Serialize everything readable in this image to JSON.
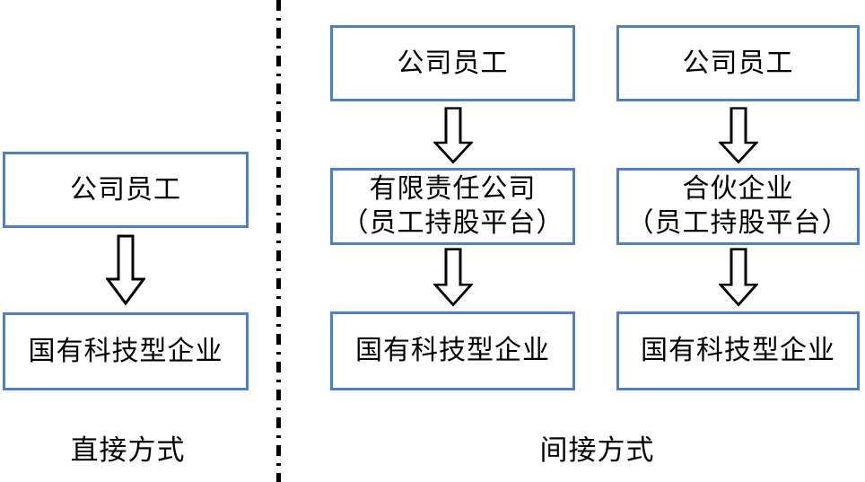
{
  "colors": {
    "box_border": "#4f81bd",
    "box_fill": "#ffffff",
    "text": "#000000",
    "arrow_stroke": "#000000",
    "arrow_fill": "#ffffff",
    "divider": "#000000",
    "background": "#ffffff"
  },
  "direct_section": {
    "label": "直接方式",
    "top_box": "公司员工",
    "bottom_box": "国有科技型企业"
  },
  "indirect_section": {
    "label": "间接方式",
    "columns": [
      {
        "top_box": "公司员工",
        "middle_box_line1": "有限责任公司",
        "middle_box_line2": "（员工持股平台）",
        "bottom_box": "国有科技型企业"
      },
      {
        "top_box": "公司员工",
        "middle_box_line1": "合伙企业",
        "middle_box_line2": "（员工持股平台）",
        "bottom_box": "国有科技型企业"
      }
    ]
  },
  "icons": {
    "down_arrow": "hollow-down-arrow",
    "divider_line": "vertical-dash-dot-line"
  }
}
